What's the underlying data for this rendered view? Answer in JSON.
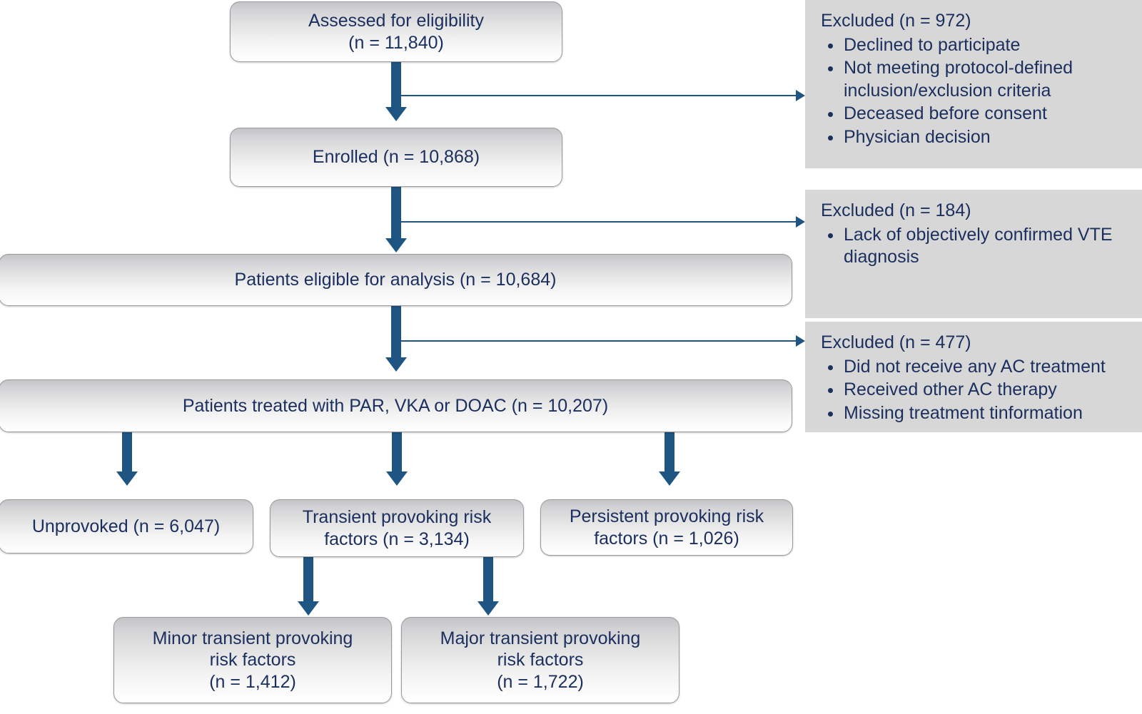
{
  "diagram": {
    "title": "Patient disposition flow diagram",
    "accent_color": "#1f5582",
    "text_color": "#1b2f5e",
    "panel_color": "#d7d7d7"
  },
  "nodes": {
    "assessed": {
      "line1": "Assessed for eligibility",
      "line2": "(n = 11,840)"
    },
    "enrolled": {
      "line1": "Enrolled (n = 10,868)"
    },
    "eligible": {
      "line1": "Patients eligible for analysis (n = 10,684)"
    },
    "treated": {
      "line1": "Patients treated with PAR, VKA or DOAC (n = 10,207)"
    },
    "unprovoked": {
      "line1": "Unprovoked (n = 6,047)"
    },
    "transient": {
      "line1": "Transient provoking risk",
      "line2": "factors (n = 3,134)"
    },
    "persistent": {
      "line1": "Persistent provoking risk",
      "line2": "factors (n = 1,026)"
    },
    "minor": {
      "line1": "Minor transient provoking",
      "line2": "risk factors",
      "line3": "(n = 1,412)"
    },
    "major": {
      "line1": "Major transient provoking",
      "line2": "risk factors",
      "line3": "(n = 1,722)"
    }
  },
  "exclusions": [
    {
      "title": "Excluded (n = 972)",
      "items": [
        "Declined to participate",
        "Not meeting protocol-defined inclusion/exclusion criteria",
        "Deceased before consent",
        "Physician decision"
      ]
    },
    {
      "title": "Excluded (n = 184)",
      "items": [
        "Lack of objectively confirmed VTE diagnosis"
      ]
    },
    {
      "title": "Excluded (n = 477)",
      "items": [
        "Did not receive any AC treatment",
        "Received other AC therapy",
        "Missing treatment tinformation"
      ]
    }
  ]
}
